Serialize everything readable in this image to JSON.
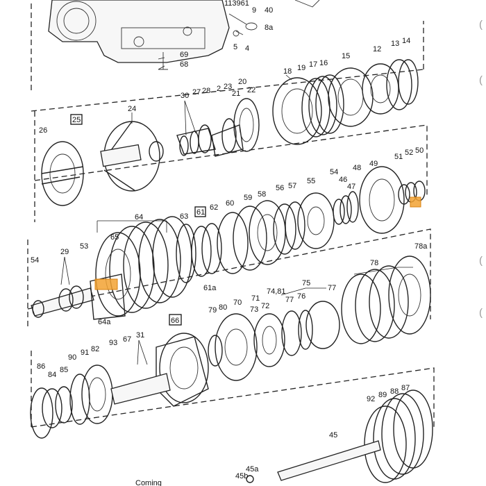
{
  "labels": {
    "l113": "113961",
    "l9": "9",
    "l40": "40",
    "l8a": "8a",
    "l5": "5",
    "l4": "4",
    "l69": "69",
    "l68": "68",
    "l18": "18",
    "l19": "19",
    "l17": "17",
    "l16": "16",
    "l15": "15",
    "l12": "12",
    "l13": "13",
    "l14": "14",
    "l30": "30",
    "l27": "27",
    "l28": "28",
    "l2": "2",
    "l23": "23",
    "l20": "20",
    "l21": "21",
    "l22": "22",
    "l24": "24",
    "l25": "25",
    "l26": "26",
    "l51": "51",
    "l52": "52",
    "l50": "50",
    "l54": "54",
    "l48": "48",
    "l49": "49",
    "l46": "46",
    "l47": "47",
    "l55": "55",
    "l64": "64",
    "l65": "65",
    "l63": "63",
    "l61": "61",
    "l62": "62",
    "l60": "60",
    "l59": "59",
    "l58": "58",
    "l56": "56",
    "l57": "57",
    "l29": "29",
    "l53": "53",
    "l54b": "54",
    "l61a": "61a",
    "l64a": "64a",
    "l78a": "78a",
    "l78": "78",
    "l75": "75",
    "l7481": "74,81",
    "l77a": "77",
    "l76": "76",
    "l77b": "77",
    "l71": "71",
    "l73": "73",
    "l72": "72",
    "l79": "79",
    "l80": "80",
    "l70": "70",
    "l66": "66",
    "l86": "86",
    "l84": "84",
    "l85": "85",
    "l90": "90",
    "l91": "91",
    "l82": "82",
    "l93": "93",
    "l67": "67",
    "l31": "31",
    "l92": "92",
    "l89": "89",
    "l88": "88",
    "l87": "87",
    "l45": "45",
    "l45a": "45a",
    "l45b": "45b"
  },
  "footer_text": "Coming",
  "side_marks": [
    "(",
    "(",
    "(",
    "("
  ],
  "colors": {
    "highlight": "#f2a232",
    "line": "#222222",
    "background": "#ffffff"
  }
}
